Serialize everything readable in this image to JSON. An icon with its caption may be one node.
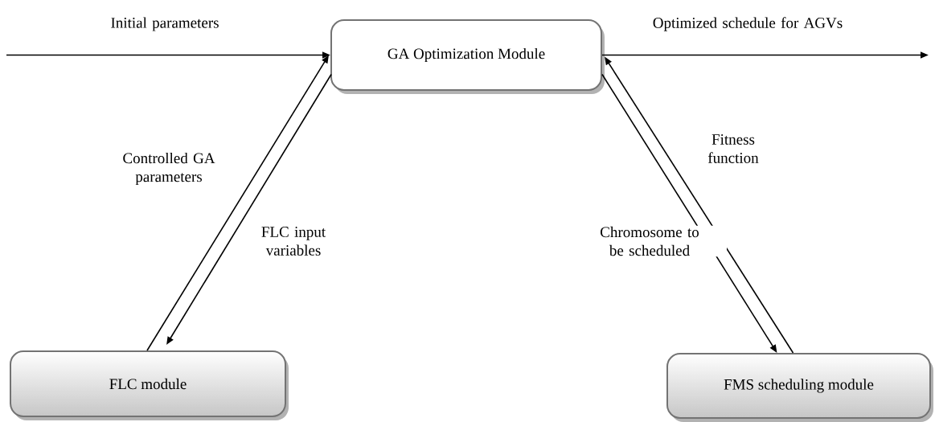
{
  "diagram": {
    "nodes": [
      {
        "text": [
          "GA Optimization Module"
        ]
      },
      {
        "text": [
          "FLC module"
        ]
      },
      {
        "text": [
          "FMS scheduling module"
        ]
      }
    ],
    "edges": [
      {
        "from": null,
        "to": 0,
        "arrow": "to",
        "label": "Initial parameters"
      },
      {
        "from": 0,
        "to": null,
        "arrow": "to",
        "label": "Optimized schedule for AGVs"
      },
      {
        "from": 1,
        "to": 0,
        "arrow": "to",
        "label": "Controlled GA parameters"
      },
      {
        "from": 0,
        "to": 1,
        "arrow": "to",
        "label": "FLC input variables"
      },
      {
        "from": 0,
        "to": 2,
        "arrow": "to",
        "label": "Chromosome to be scheduled"
      },
      {
        "from": 2,
        "to": 0,
        "arrow": "to",
        "label": "Fitness function"
      }
    ]
  }
}
